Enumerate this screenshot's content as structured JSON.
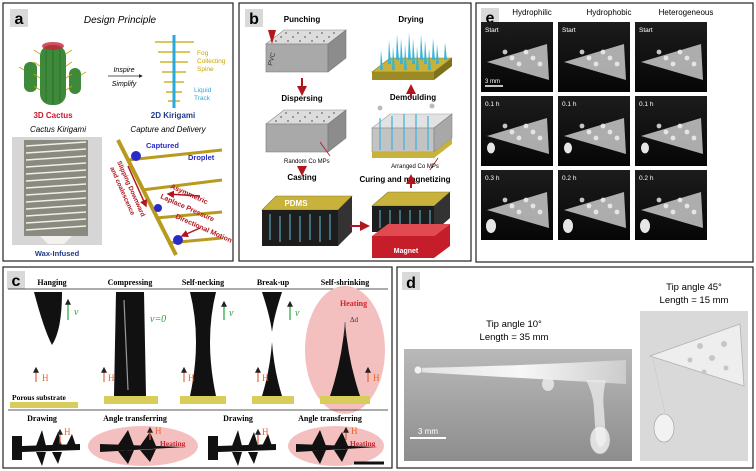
{
  "panel_a": {
    "letter": "a",
    "title": "Design Principle",
    "cactus_label": "3D Cactus",
    "inspire": "Inspire",
    "simplify": "Simplify",
    "fog_spine": [
      "Fog",
      "Collecting",
      "Spine"
    ],
    "liquid_track": [
      "Liquid",
      "Track"
    ],
    "kirigami_label": "2D Kirigami",
    "cactus_kirigami": "Cactus Kirigami",
    "wax_infused": "Wax-Infused",
    "capture_title": "Capture and Delivery",
    "captured": "Captured",
    "droplet": "Droplet",
    "slipping": "Slipping Downward",
    "coalescence": "and coalescence",
    "asymmetric": "Asymmetric",
    "laplace": "Laplace Pressure",
    "directional": "Directional Motion"
  },
  "panel_b": {
    "letter": "b",
    "punching": "Punching",
    "pvc": "PVC",
    "dispersing": "Dispersing",
    "random_mps": "Random Co MPs",
    "casting": "Casting",
    "pdms": "PDMS",
    "drying": "Drying",
    "demoulding": "Demoulding",
    "arranged_mps": "Arranged Co MPs",
    "curing": "Curing and magnetizing",
    "magnet": "Magnet"
  },
  "panel_c": {
    "letter": "c",
    "steps_top": [
      "Hanging",
      "Compressing",
      "Self-necking",
      "Break-up",
      "Self-shrinking"
    ],
    "porous": "Porous substrate",
    "v": "v",
    "v_zero": "v=0",
    "h": "H",
    "heating": "Heating",
    "delta_d": "Δd",
    "steps_bottom": [
      "Drawing",
      "Angle transferring",
      "Drawing",
      "Angle transferring"
    ]
  },
  "panel_d": {
    "letter": "d",
    "tip10": "Tip angle 10°",
    "len35": "Length = 35 mm",
    "tip45": "Tip angle 45°",
    "len15": "Length = 15 mm",
    "scale": "3 mm"
  },
  "panel_e": {
    "letter": "e",
    "columns": [
      "Hydrophilic",
      "Hydrophobic",
      "Heterogeneous"
    ],
    "times": [
      [
        "Start",
        "Start",
        "Start"
      ],
      [
        "0.1 h",
        "0.1 h",
        "0.1 h"
      ],
      [
        "0.3 h",
        "0.2 h",
        "0.2 h"
      ]
    ],
    "scale": "3 mm"
  },
  "colors": {
    "cactus_green": "#3e8a3a",
    "spine_gold": "#c8a400",
    "track_blue": "#27a9e1",
    "arrow_red": "#b3151c",
    "pdms_gold": "#b8a032",
    "droplet_blue": "#2a2ac8",
    "heating_pink": "#f4c0bf",
    "v_green": "#1ea63c",
    "h_orange": "#e8632c"
  }
}
